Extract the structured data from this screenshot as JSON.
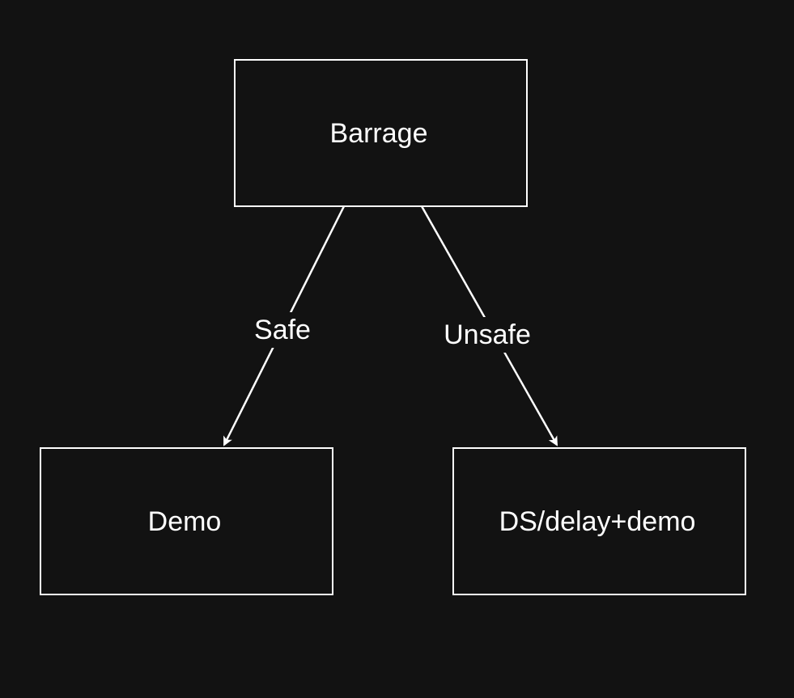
{
  "colors": {
    "background": "#121212",
    "stroke": "#ffffff",
    "text": "#ffffff"
  },
  "nodes": {
    "barrage": {
      "label": "Barrage"
    },
    "demo": {
      "label": "Demo"
    },
    "ds_delay_demo": {
      "label": "DS/delay+demo"
    }
  },
  "edges": {
    "safe": {
      "from": "Barrage",
      "to": "Demo",
      "label": "Safe"
    },
    "unsafe": {
      "from": "Barrage",
      "to": "DS/delay+demo",
      "label": "Unsafe"
    }
  }
}
